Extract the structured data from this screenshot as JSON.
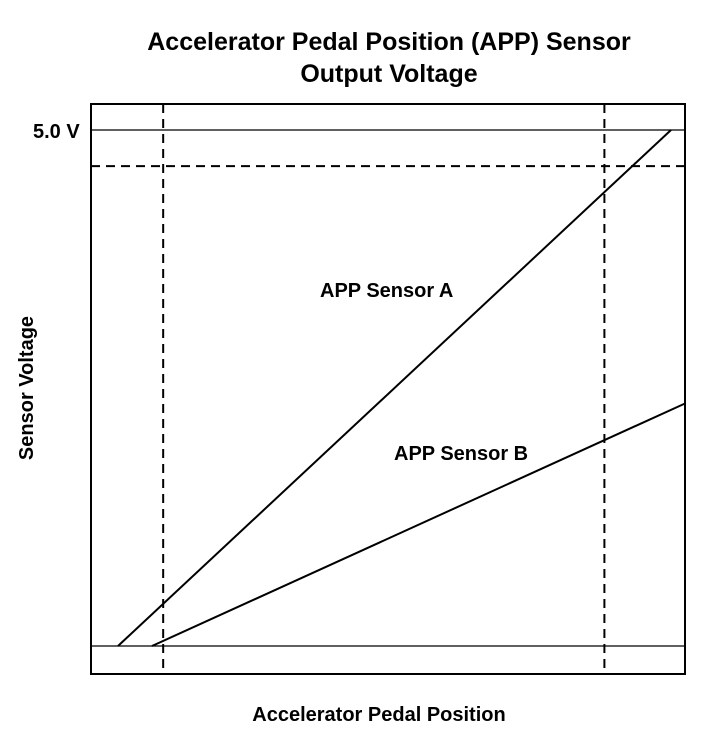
{
  "chart_data": {
    "type": "line",
    "title": "Accelerator Pedal Position (APP) Sensor",
    "subtitle": "Output Voltage",
    "xlabel": "Accelerator Pedal Position",
    "ylabel": "Sensor Voltage",
    "y_tick_label": "5.0 V",
    "xlim": [
      0,
      100
    ],
    "ylim": [
      0,
      5.0
    ],
    "grid": false,
    "series": [
      {
        "name": "APP Sensor A",
        "x": [
          0,
          100
        ],
        "y": [
          0.0,
          5.0
        ]
      },
      {
        "name": "APP Sensor B",
        "x": [
          0,
          100
        ],
        "y": [
          0.0,
          2.35
        ]
      }
    ],
    "reference_lines": {
      "horizontal_solid": [
        0.0,
        5.0
      ],
      "horizontal_dashed": [
        4.65
      ],
      "vertical_dashed": [
        8.5,
        88
      ]
    },
    "colors": {
      "line": "#000000",
      "background": "#ffffff"
    }
  }
}
